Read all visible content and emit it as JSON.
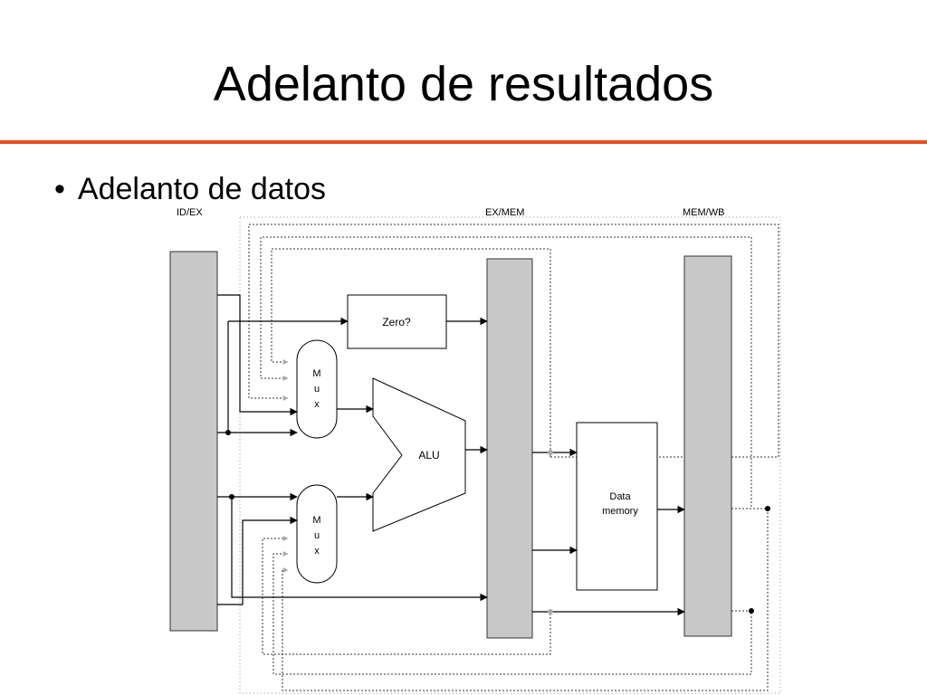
{
  "slide": {
    "title": "Adelanto de resultados",
    "bullet": "Adelanto de datos"
  },
  "diagram": {
    "registers": {
      "id_ex": "ID/EX",
      "ex_mem": "EX/MEM",
      "mem_wb": "MEM/WB"
    },
    "blocks": {
      "zero": "Zero?",
      "alu": "ALU",
      "mux_top": [
        "M",
        "u",
        "x"
      ],
      "mux_bottom": [
        "M",
        "u",
        "x"
      ],
      "data_memory": [
        "Data",
        "memory"
      ]
    }
  },
  "colors": {
    "accent_rule": "#e8501e",
    "register_fill": "#c8c8c8"
  }
}
